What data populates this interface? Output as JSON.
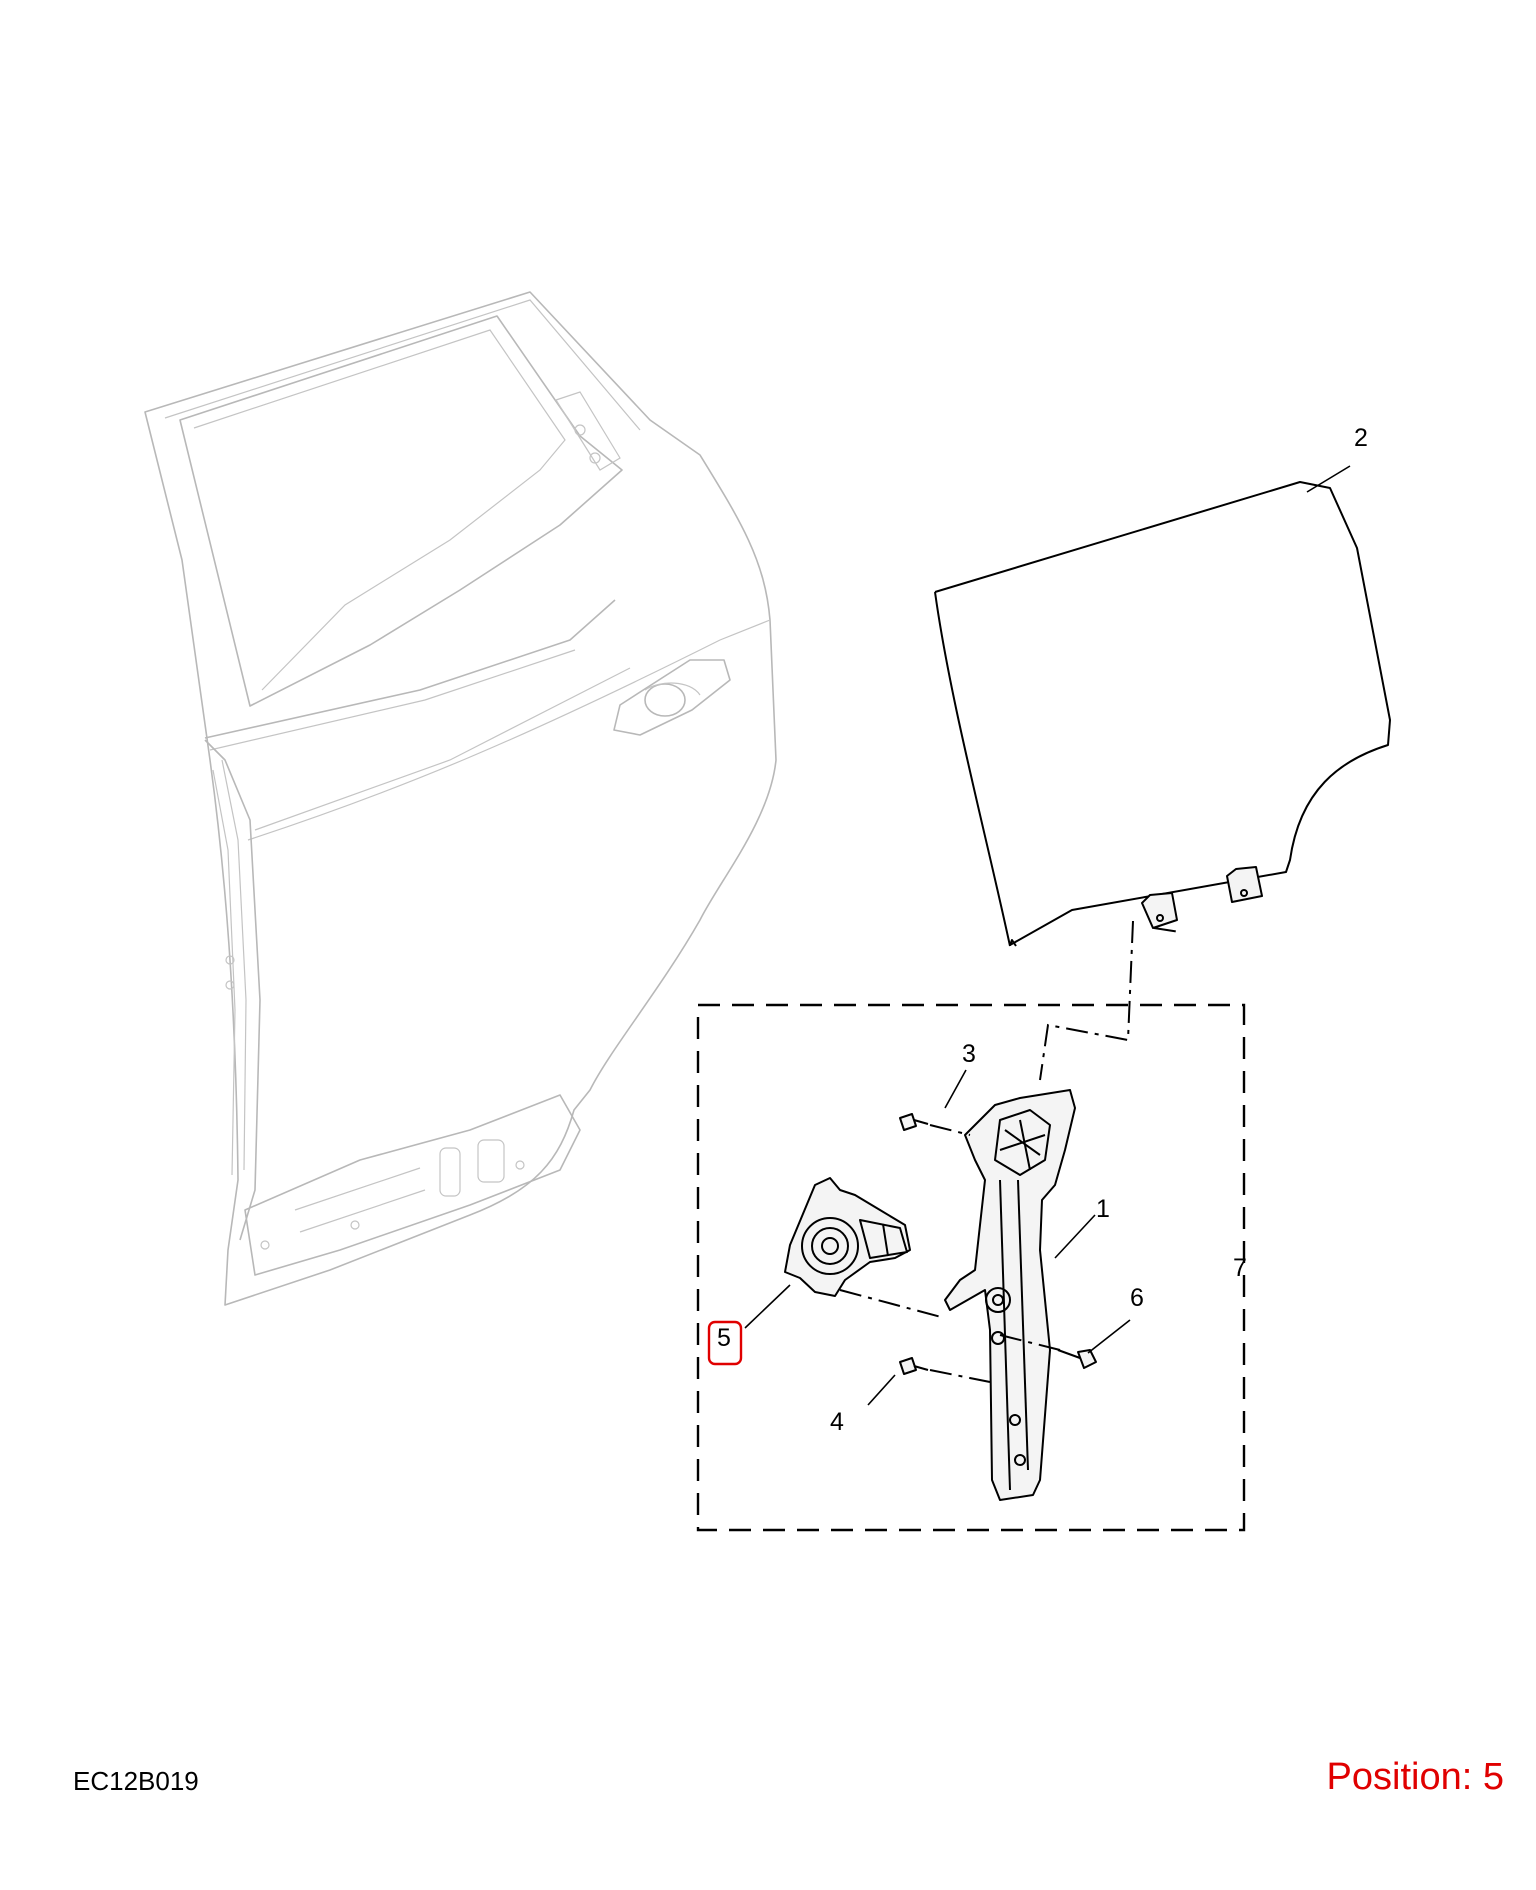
{
  "diagram_code": "EC12B019",
  "position_label": "Position: 5",
  "highlight_color": "#e00000",
  "callouts": {
    "c1": "1",
    "c2": "2",
    "c3": "3",
    "c4": "4",
    "c5": "5",
    "c6": "6",
    "c7": "7"
  },
  "highlighted_callout": "5"
}
